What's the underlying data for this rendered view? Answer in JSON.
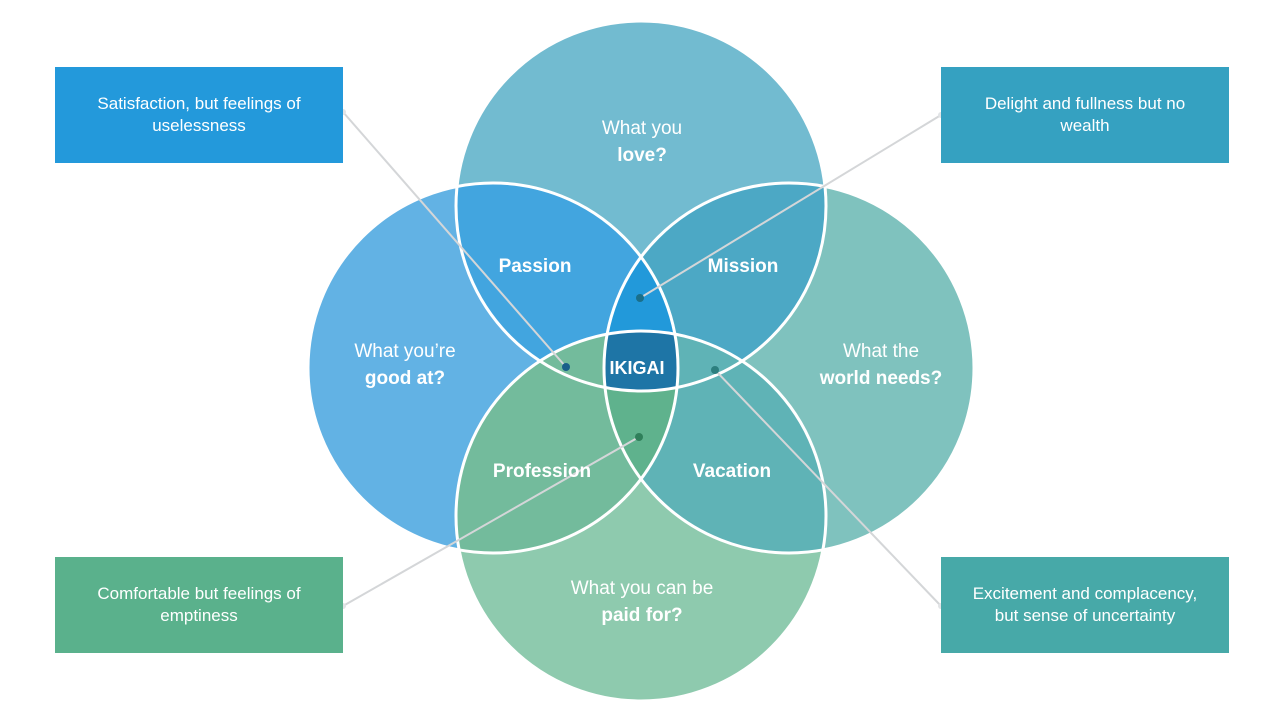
{
  "circles": {
    "love": {
      "line1": "What you",
      "line2": "love?",
      "color": "#72BBD0"
    },
    "good_at": {
      "line1": "What you’re",
      "line2": "good at?",
      "color": "#62B2E4"
    },
    "world_needs": {
      "line1": "What the",
      "line2": "world needs?",
      "color": "#7FC2BE"
    },
    "paid_for": {
      "line1": "What you can be",
      "line2": "paid for?",
      "color": "#8ECAAE"
    }
  },
  "overlaps": {
    "passion": {
      "label": "Passion",
      "color": "#42A5DF"
    },
    "mission": {
      "label": "Mission",
      "color": "#4CA8C5"
    },
    "profession": {
      "label": "Profession",
      "color": "#73BB9C"
    },
    "vacation": {
      "label": "Vacation",
      "color": "#5FB3B6"
    },
    "center": {
      "label": "IKIGAI",
      "color": "#1E75A6"
    }
  },
  "callouts": {
    "top_left": {
      "text": "Satisfaction, but feelings of uselessness",
      "color": "#2399DB"
    },
    "top_right": {
      "text": "Delight and fullness but no wealth",
      "color": "#35A1C1"
    },
    "bottom_left": {
      "text": "Comfortable but feelings of emptiness",
      "color": "#5AB18C"
    },
    "bottom_right": {
      "text": "Excitement and complacency, but sense of uncertainty",
      "color": "#47A9A8"
    }
  }
}
